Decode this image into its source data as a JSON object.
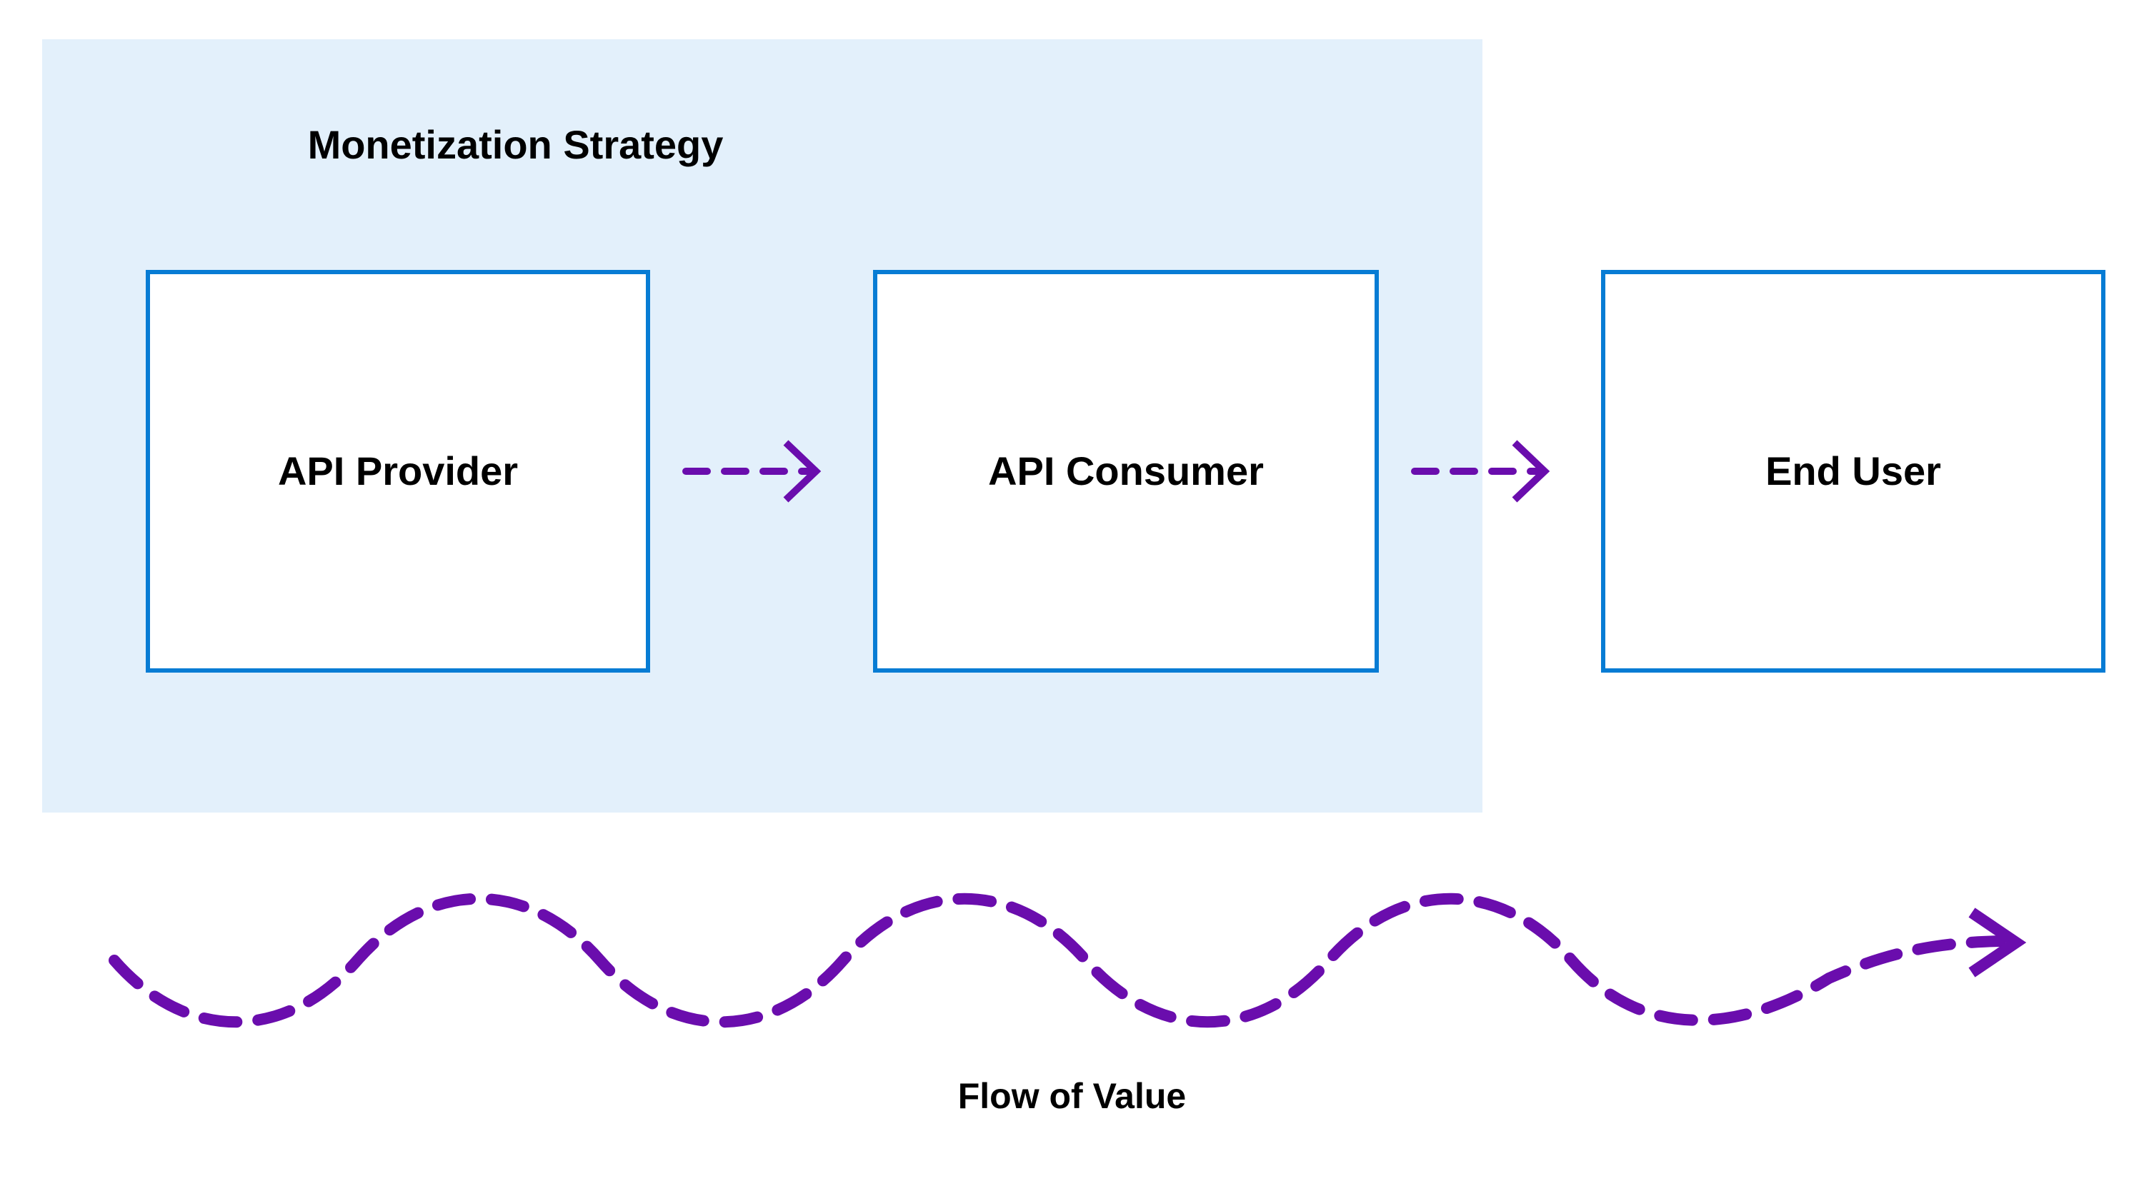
{
  "diagram": {
    "title": "Monetization Strategy",
    "group_panel": {
      "label": "Monetization Strategy",
      "fill_color": "#e3f0fb"
    },
    "nodes": [
      {
        "id": "api-provider",
        "label": "API Provider",
        "border_color": "#077cd4",
        "fill_color": "#ffffff",
        "inside_group": true
      },
      {
        "id": "api-consumer",
        "label": "API Consumer",
        "border_color": "#077cd4",
        "fill_color": "#ffffff",
        "inside_group": true
      },
      {
        "id": "end-user",
        "label": "End User",
        "border_color": "#077cd4",
        "fill_color": "#ffffff",
        "inside_group": false
      }
    ],
    "connectors": [
      {
        "id": "provider-to-consumer",
        "from": "api-provider",
        "to": "api-consumer",
        "style": "dashed",
        "arrowhead": "open",
        "color": "#6a0dad",
        "label": ""
      },
      {
        "id": "consumer-to-enduser",
        "from": "api-consumer",
        "to": "end-user",
        "style": "dashed",
        "arrowhead": "open",
        "color": "#6a0dad",
        "label": ""
      }
    ],
    "flow": {
      "caption": "Flow of Value",
      "style": "dashed",
      "shape": "sine-wave",
      "arrowhead": "open",
      "color": "#6a0dad"
    },
    "colors": {
      "node_border": "#077cd4",
      "node_fill": "#ffffff",
      "group_fill": "#e3f0fb",
      "accent_arrow": "#6a0dad",
      "text": "#000000",
      "canvas": "#ffffff"
    }
  }
}
